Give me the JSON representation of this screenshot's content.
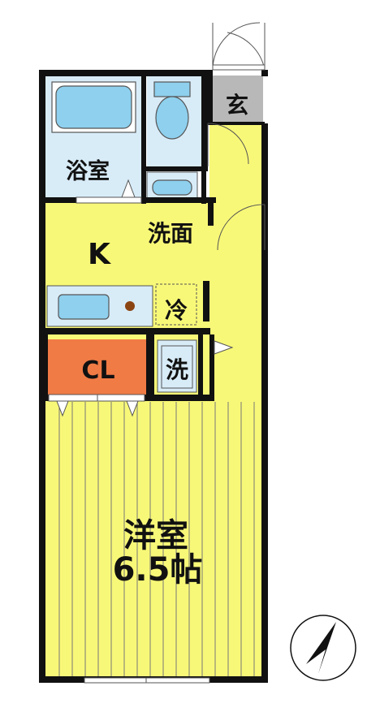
{
  "rooms": {
    "entrance": "玄",
    "bathroom": "浴室",
    "washroom": "洗面",
    "kitchen": "K",
    "refrigerator": "冷",
    "closet": "CL",
    "washer": "洗",
    "western_room": "洋室",
    "western_room_size": "6.5帖"
  },
  "colors": {
    "room_yellow": "#f8f878",
    "bath_blue": "#d8ecf8",
    "fixture_blue": "#8ed0ee",
    "closet_orange": "#f07b45",
    "entrance_gray": "#b8b8b8",
    "wall": "#111111"
  }
}
